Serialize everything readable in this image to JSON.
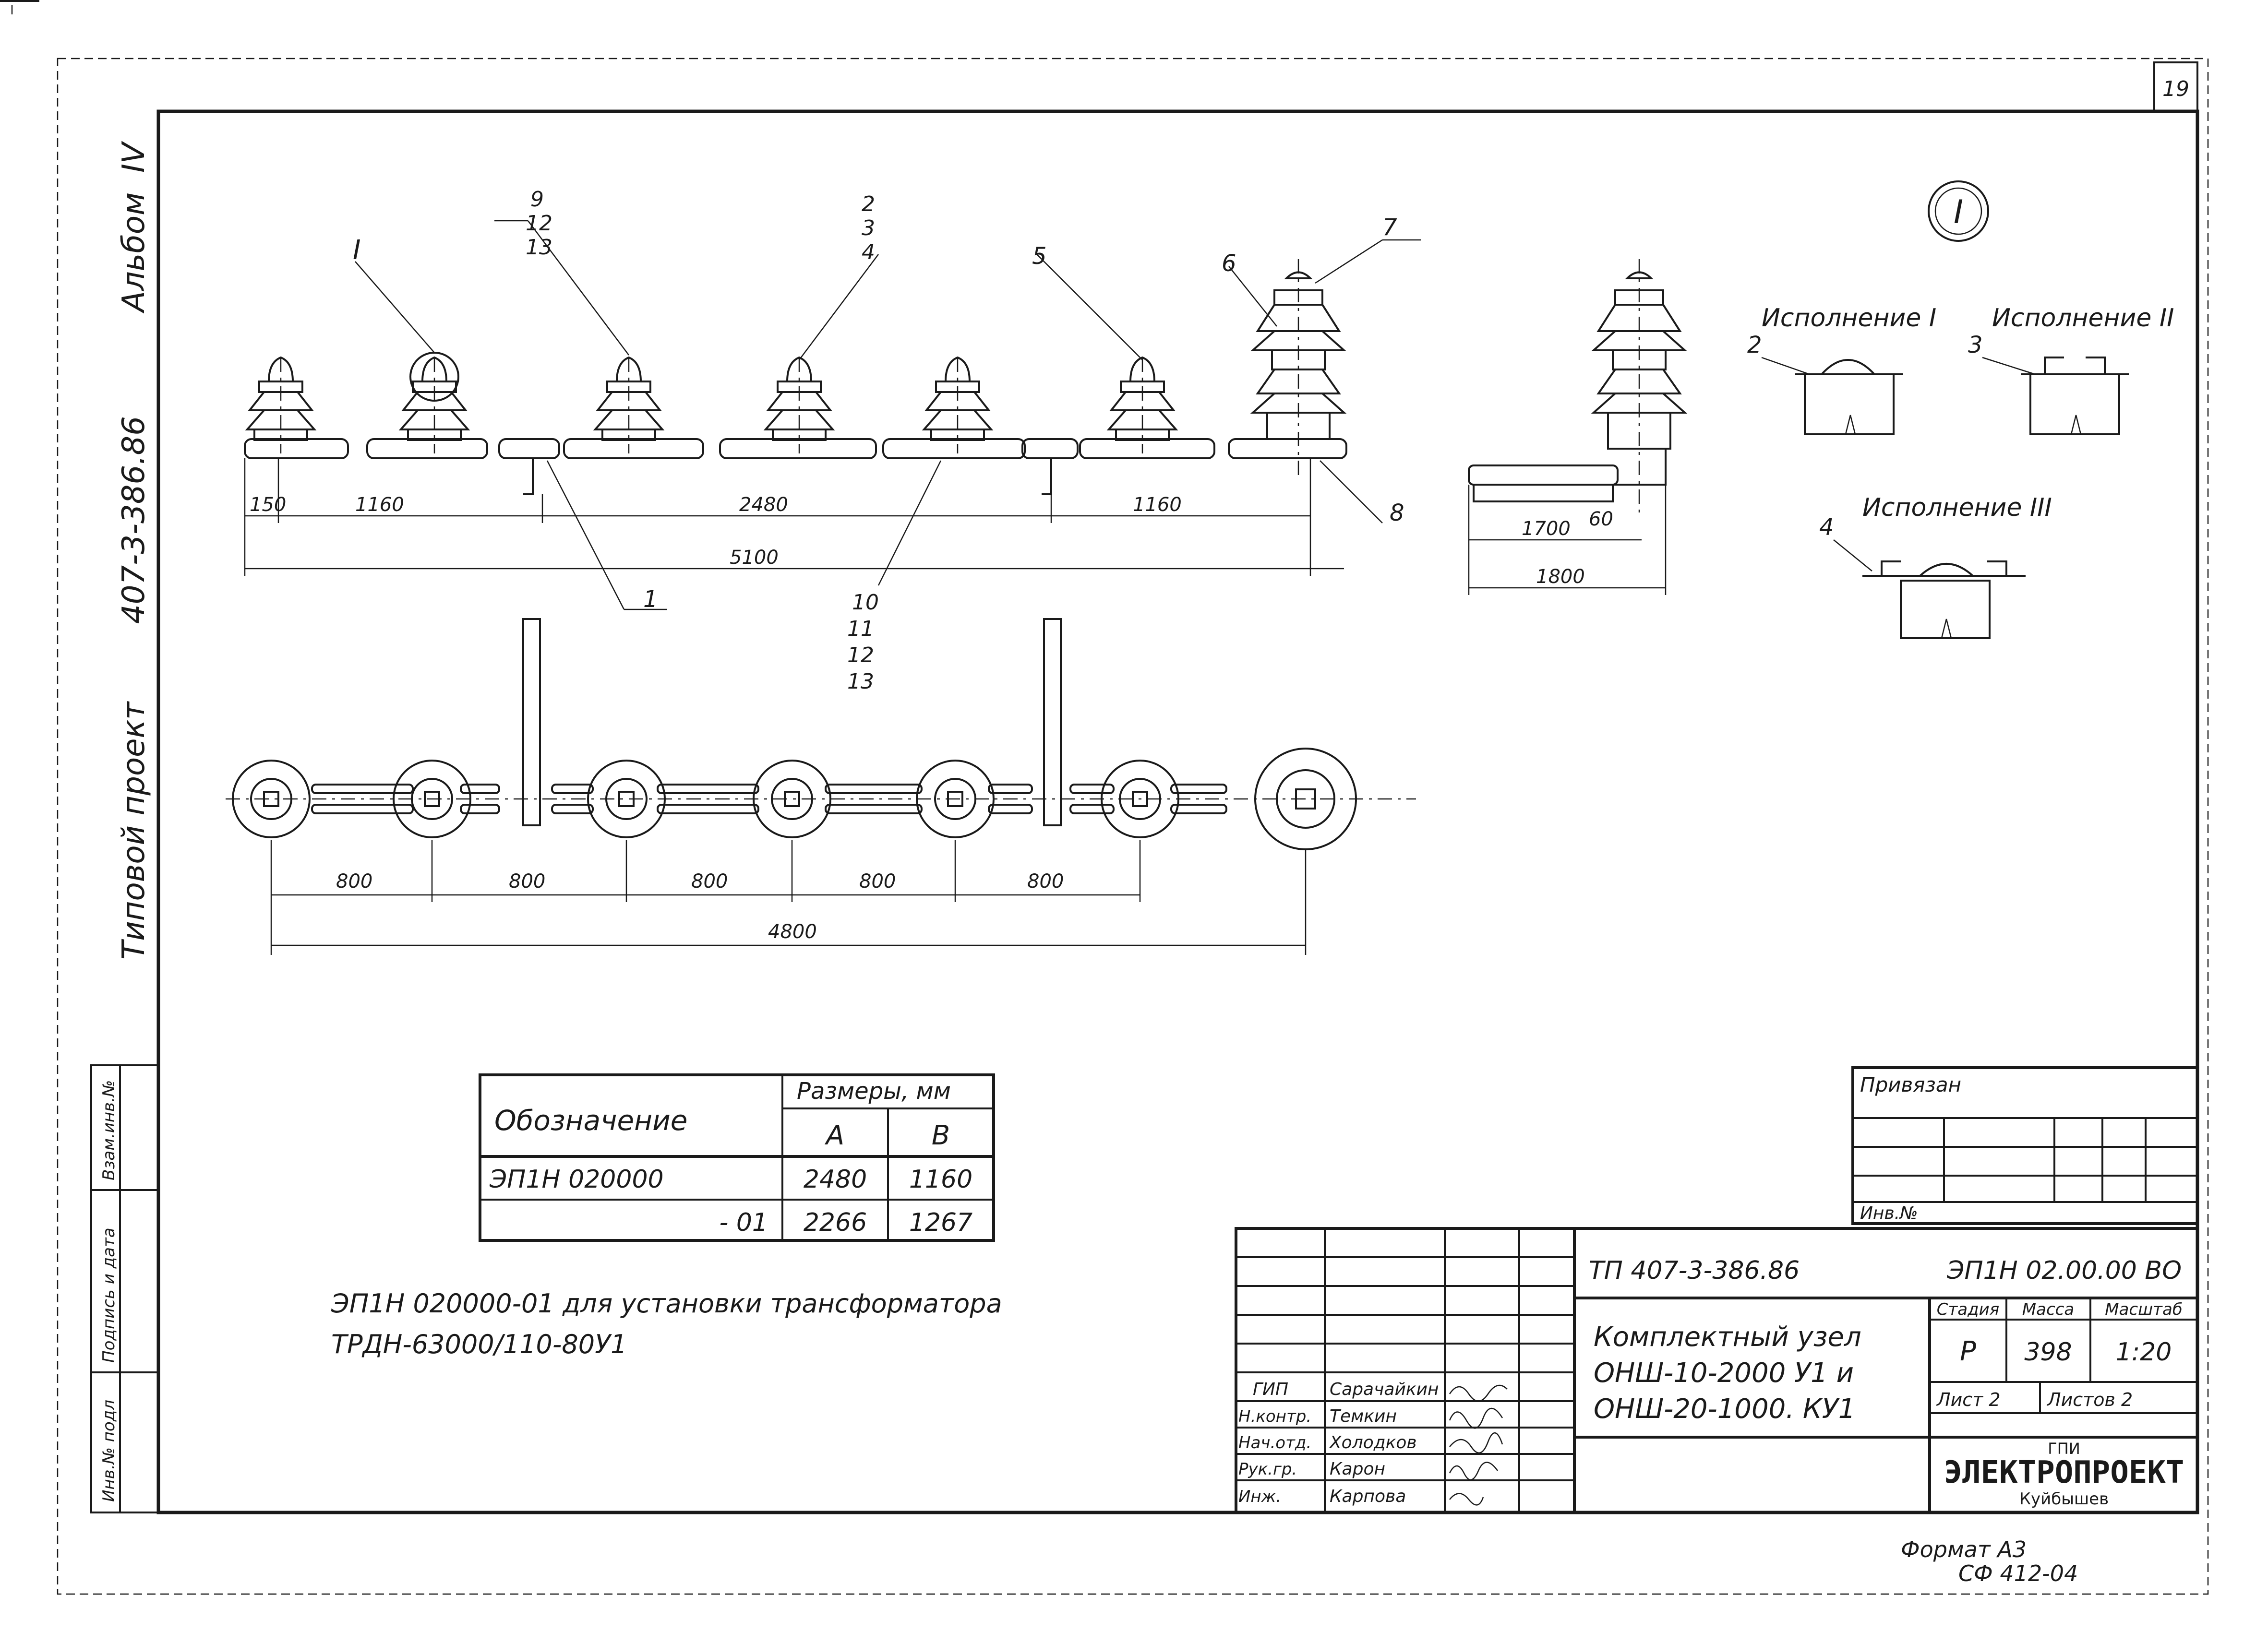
{
  "sheet": {
    "page_number": "19",
    "side_labels": [
      "Типовой проект",
      "407-3-386.86",
      "Альбом",
      "IV"
    ],
    "left_strip": [
      "Инв.№ подл",
      "Подпись и дата",
      "Взам.инв.№"
    ]
  },
  "drawing": {
    "node_label": "I",
    "node_circle_label": "I",
    "callouts": [
      "9",
      "12",
      "13",
      "2",
      "3",
      "4",
      "5",
      "6",
      "7",
      "8",
      "1",
      "10",
      "11",
      "12",
      "13"
    ],
    "dims_top": [
      "150",
      "1160",
      "2480",
      "1160",
      "5100"
    ],
    "dims_side": [
      "1700",
      "60",
      "1800"
    ],
    "dims_bottom": [
      "800",
      "800",
      "800",
      "800",
      "800",
      "4800"
    ],
    "variants": [
      {
        "label": "Исполнение I",
        "callout": "2"
      },
      {
        "label": "Исполнение II",
        "callout": "3"
      },
      {
        "label": "Исполнение III",
        "callout": "4"
      }
    ]
  },
  "spec_table": {
    "header_name": "Обозначение",
    "header_sizes": "Размеры, мм",
    "col_a": "A",
    "col_b": "B",
    "rows": [
      {
        "name": "ЭП1Н 020000",
        "a": "2480",
        "b": "1160"
      },
      {
        "name": "- 01",
        "a": "2266",
        "b": "1267"
      }
    ]
  },
  "note": {
    "line1": "ЭП1Н 020000-01 для установки трансформатора",
    "line2": "ТРДН-63000/110-80У1"
  },
  "title_block": {
    "privyazan": "Привязан",
    "inv_no": "Инв.№",
    "project_code": "ТП 407-3-386.86",
    "doc_code": "ЭП1Н 02.00.00 ВО",
    "title_lines": [
      "Комплектный узел",
      "ОНШ-10-2000 У1 и",
      "ОНШ-20-1000. КУ1"
    ],
    "stage_header": "Стадия",
    "mass_header": "Масса",
    "scale_header": "Масштаб",
    "stage": "Р",
    "mass": "398",
    "scale": "1:20",
    "sheet": "Лист 2",
    "sheets": "Листов 2",
    "org_line1": "ГПИ",
    "org_line2": "ЭЛЕКТРОПРОЕКТ",
    "org_line3": "Куйбышев",
    "signatures": [
      {
        "role": "ГИП",
        "name": "Сарачайкин"
      },
      {
        "role": "Н.контр.",
        "name": "Темкин"
      },
      {
        "role": "Нач.отд.",
        "name": "Холодков"
      },
      {
        "role": "Рук.гр.",
        "name": "Карон"
      },
      {
        "role": "Инж.",
        "name": "Карпова"
      }
    ]
  },
  "format": {
    "line1": "Формат А3",
    "line2": "СФ 412-04"
  }
}
